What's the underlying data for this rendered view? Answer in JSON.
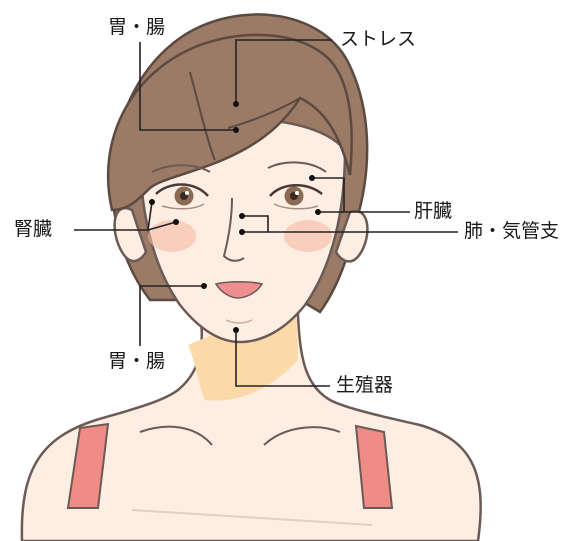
{
  "labels": {
    "forehead_top": "胃・腸",
    "stress": "ストレス",
    "kidney": "腎臓",
    "liver": "肝臓",
    "lung": "肺・気管支",
    "mouth_side": "胃・腸",
    "reproductive": "生殖器"
  },
  "colors": {
    "hair": "#9b7b66",
    "hair_outline": "#5a4a42",
    "skin": "#fdeee3",
    "skin_outline": "#6b5a55",
    "neck_shadow": "#fbd9a8",
    "cheek": "#f6b9a3",
    "lips": "#ef8e8e",
    "strap": "#ee8c85",
    "iris": "#8a6a52",
    "leader_line": "#222222",
    "text": "#1a1a1a"
  }
}
